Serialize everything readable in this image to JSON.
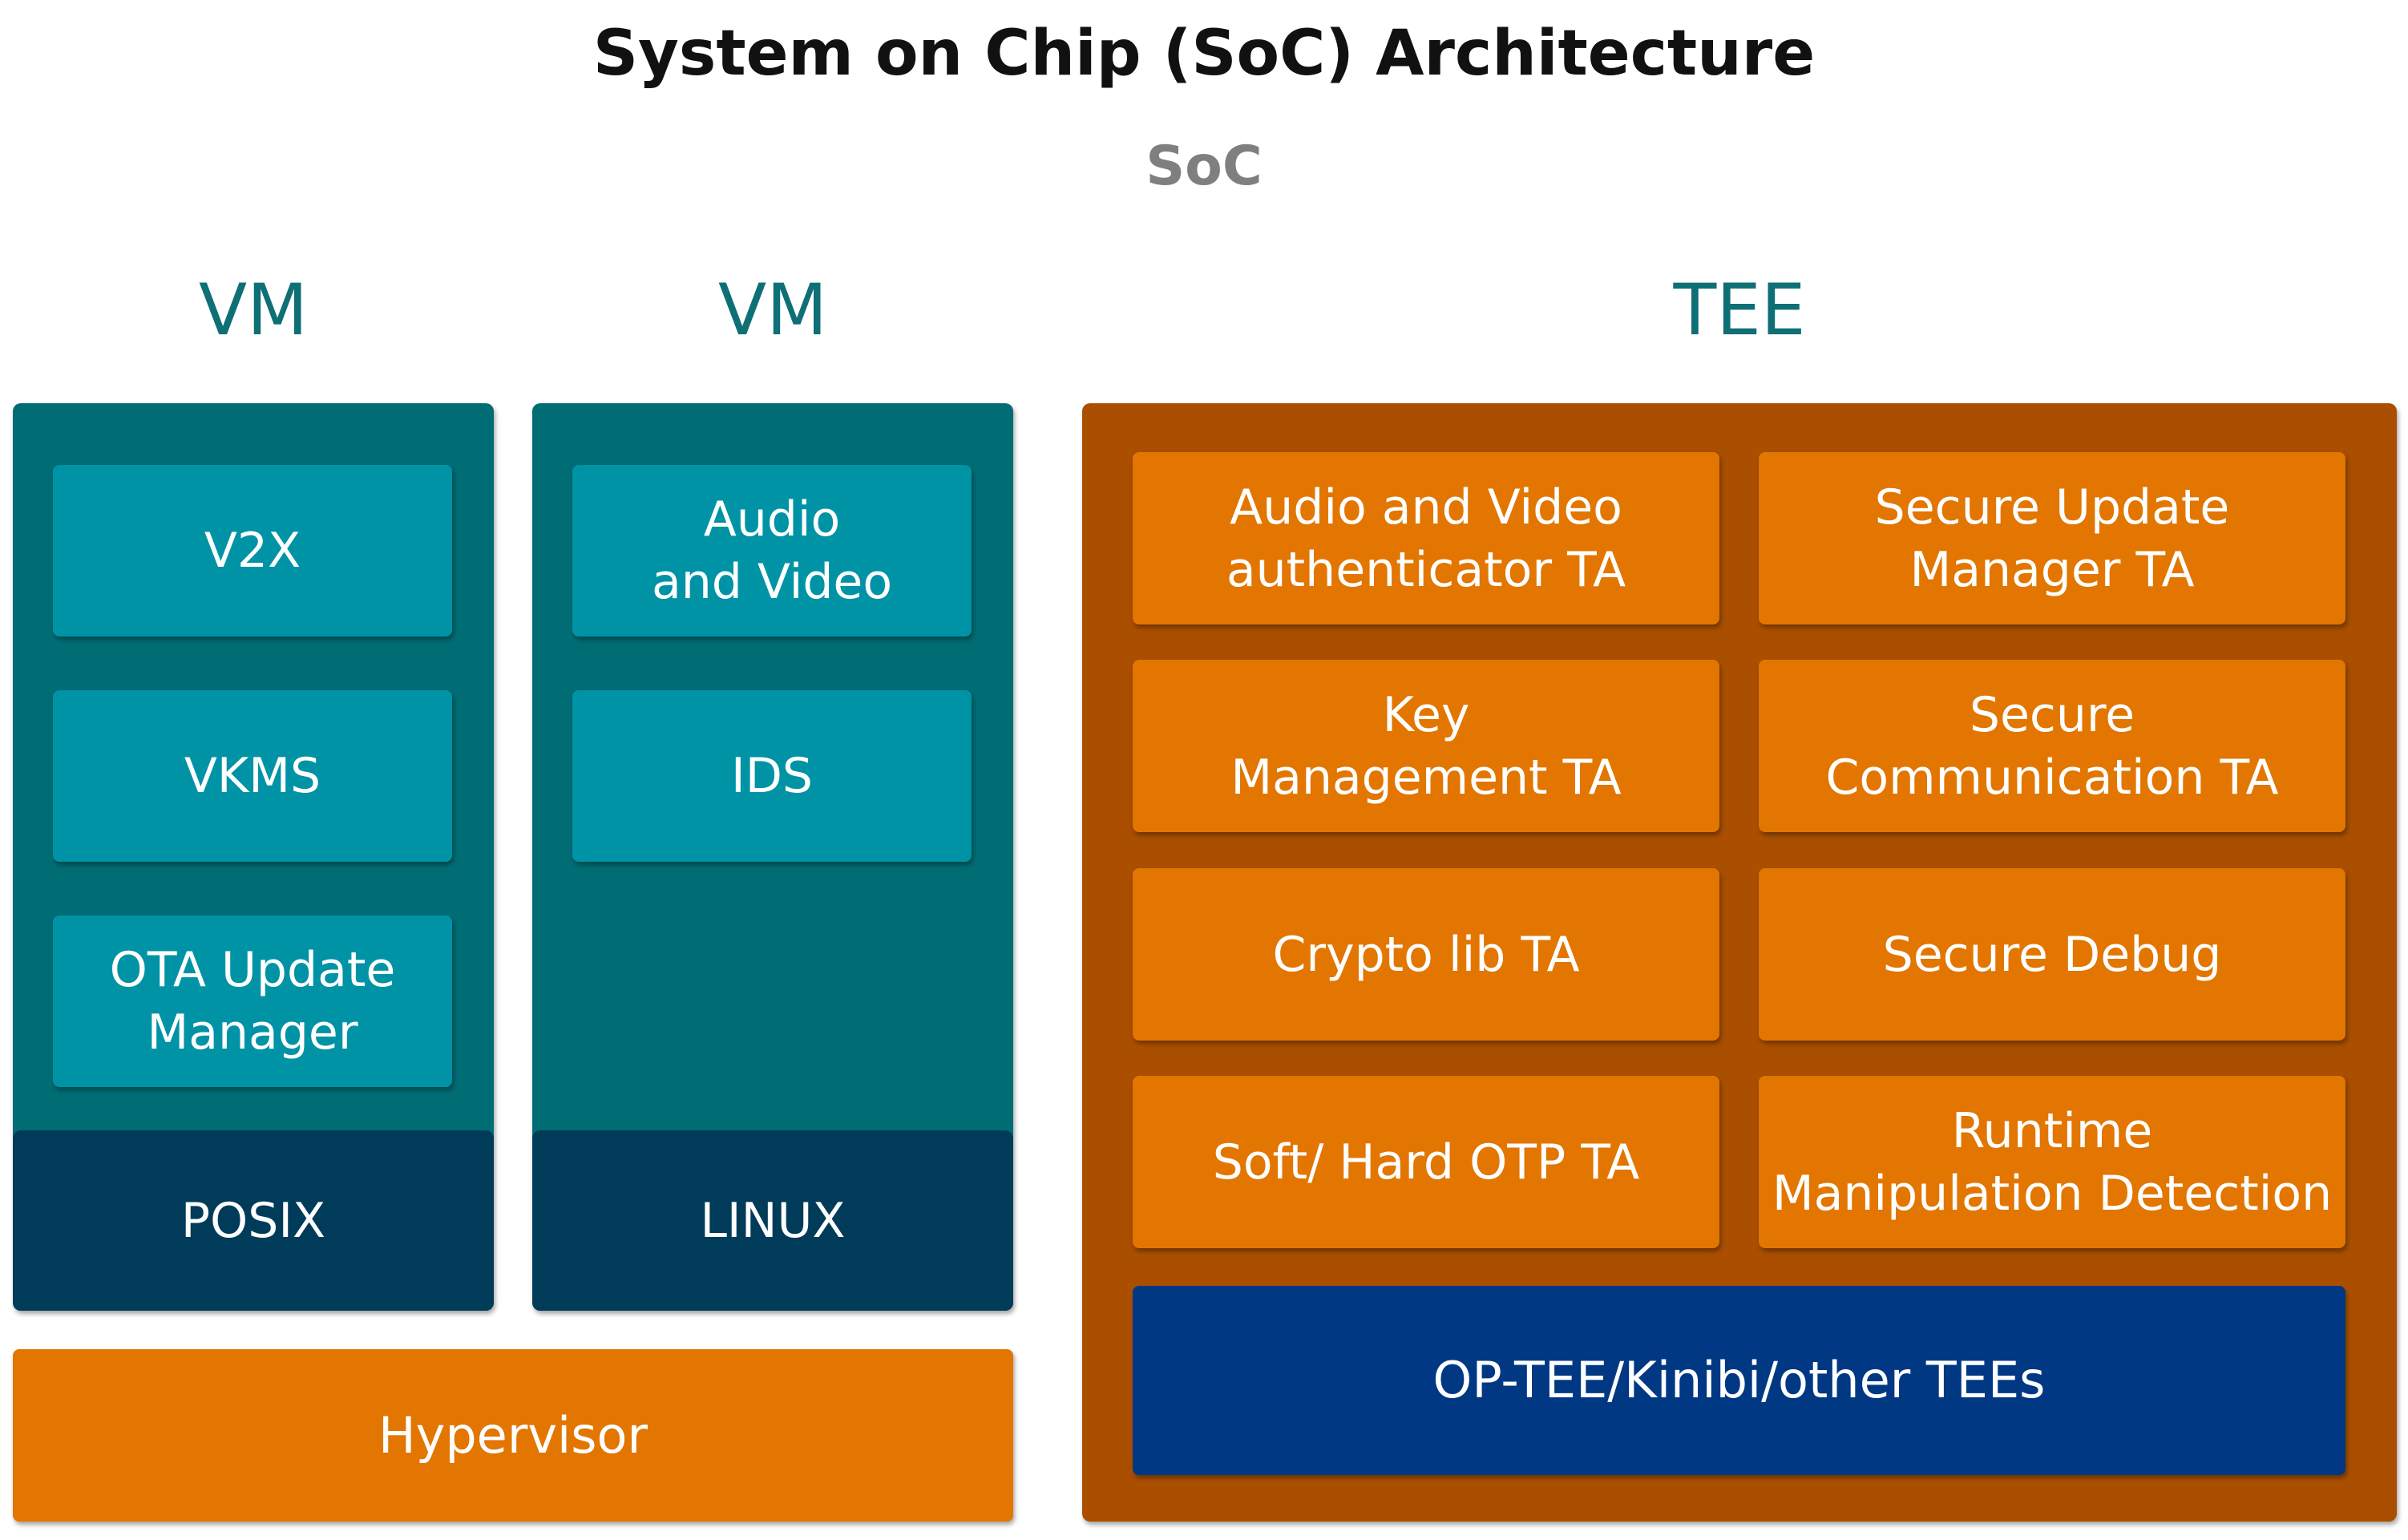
{
  "title": "System on Chip (SoC) Architecture",
  "soc_label": "SoC",
  "colors": {
    "vm_panel": "#006d74",
    "vm_component": "#0093a6",
    "os_bar": "#003b5a",
    "tee_panel": "#aa4f00",
    "ta_box": "#e27600",
    "tee_os": "#003884",
    "hypervisor": "#e27600",
    "heading": "#0e6f75"
  },
  "vm1": {
    "heading": "VM",
    "components": [
      "V2X",
      "VKMS",
      "OTA Update\nManager"
    ],
    "os": "POSIX"
  },
  "vm2": {
    "heading": "VM",
    "components": [
      "Audio\nand Video",
      "IDS"
    ],
    "os": "LINUX"
  },
  "tee": {
    "heading": "TEE",
    "apps": [
      "Audio and Video\nauthenticator TA",
      "Secure Update\nManager TA",
      "Key\nManagement TA",
      "Secure\nCommunication TA",
      "Crypto lib TA",
      "Secure Debug",
      "Soft/ Hard OTP TA",
      "Runtime\nManipulation Detection"
    ],
    "os": "OP-TEE/Kinibi/other TEEs"
  },
  "hypervisor": "Hypervisor"
}
